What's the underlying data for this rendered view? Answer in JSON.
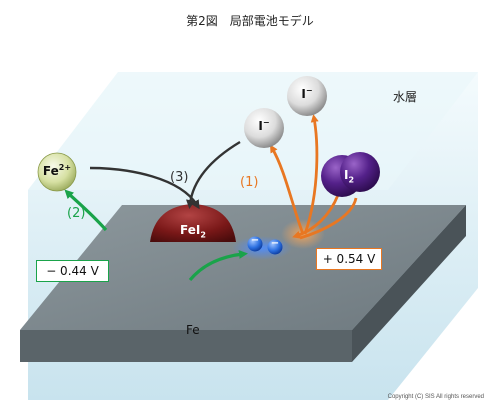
{
  "title": "第2図　局部電池モデル",
  "water_layer_label": "水層",
  "metal_label": "Fe",
  "copyright": "Copyright (C) SIS All rights reserved",
  "potentials": {
    "negative": "− 0.44 V",
    "positive": "+ 0.54 V"
  },
  "steps": {
    "one": "(1)",
    "two": "(2)",
    "three": "(3)"
  },
  "species": {
    "fe_ion": {
      "base": "Fe",
      "sup": "2+"
    },
    "iodide_1": {
      "base": "I",
      "sup": "−"
    },
    "iodide_2": {
      "base": "I",
      "sup": "−"
    },
    "iodine": {
      "base": "I",
      "sub": "2"
    },
    "feI2": {
      "base": "FeI",
      "sub": "2"
    },
    "electron_1": "−",
    "electron_2": "−"
  },
  "colors": {
    "reduction_arrow": "#e87722",
    "oxidation_arrow": "#1aa34a",
    "reaction_arrow": "#333333",
    "iodine": "#4b1a7a",
    "feI2": "#7a1818",
    "electron": "#1f5fd6",
    "metal_top": "#7e8a90"
  }
}
